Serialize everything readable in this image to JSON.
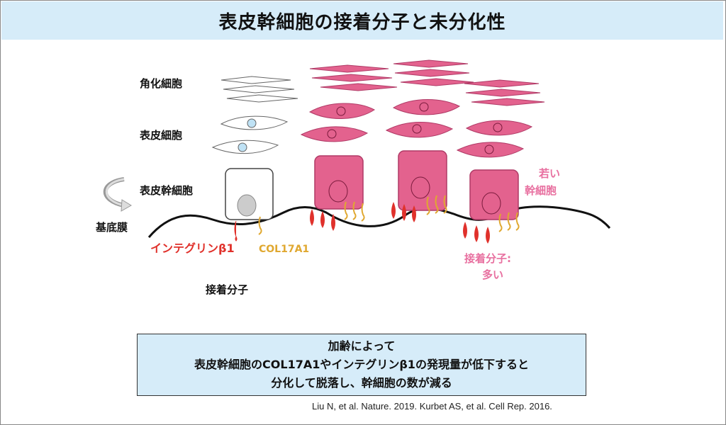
{
  "title": "表皮幹細胞の接着分子と未分化性",
  "labels": {
    "keratinocyte": "角化細胞",
    "epidermal_cell": "表皮細胞",
    "epidermal_stem_cell": "表皮幹細胞",
    "basement_membrane": "基底膜",
    "integrin": "インテグリンβ1",
    "col17a1": "COL17A1",
    "adhesion_molecule": "接着分子",
    "young_stem_cell_line1": "若い",
    "young_stem_cell_line2": "幹細胞",
    "adhesion_many_line1": "接着分子:",
    "adhesion_many_line2": "多い"
  },
  "summary": {
    "line1": "加齢によって",
    "line2": "表皮幹細胞のCOL17A1やインテグリンβ1の発現量が低下すると",
    "line3": "分化して脱落し、幹細胞の数が減る"
  },
  "citation": "Liu N, et al. Nature. 2019. Kurbet AS, et al. Cell Rep. 2016.",
  "colors": {
    "title_bg": "#d6ecf9",
    "cell_pink": "#e3628e",
    "integrin_red": "#e0312b",
    "col17a1_gold": "#e0a830",
    "young_label_pink": "#e870a0"
  }
}
